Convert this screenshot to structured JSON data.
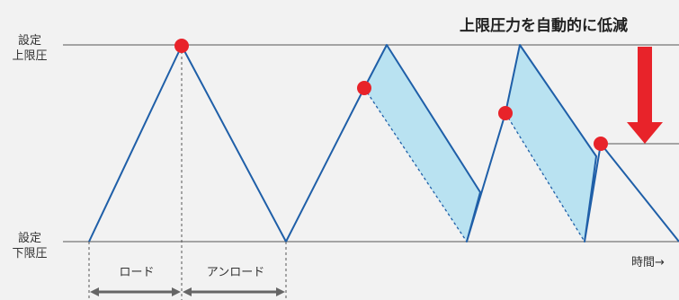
{
  "labels": {
    "upper_line1": "設定",
    "upper_line2": "上限圧",
    "lower_line1": "設定",
    "lower_line2": "下限圧",
    "title": "上限圧力を自動的に低減",
    "time_axis": "時間→",
    "load": "ロード",
    "unload": "アンロード"
  },
  "colors": {
    "background": "#f2f2f2",
    "pressure_line": "#1f5fa8",
    "marker": "#e8232a",
    "arrow": "#e8232a",
    "shade": "#b9e2f1",
    "guide": "#555555",
    "dimension": "#666666"
  }
}
